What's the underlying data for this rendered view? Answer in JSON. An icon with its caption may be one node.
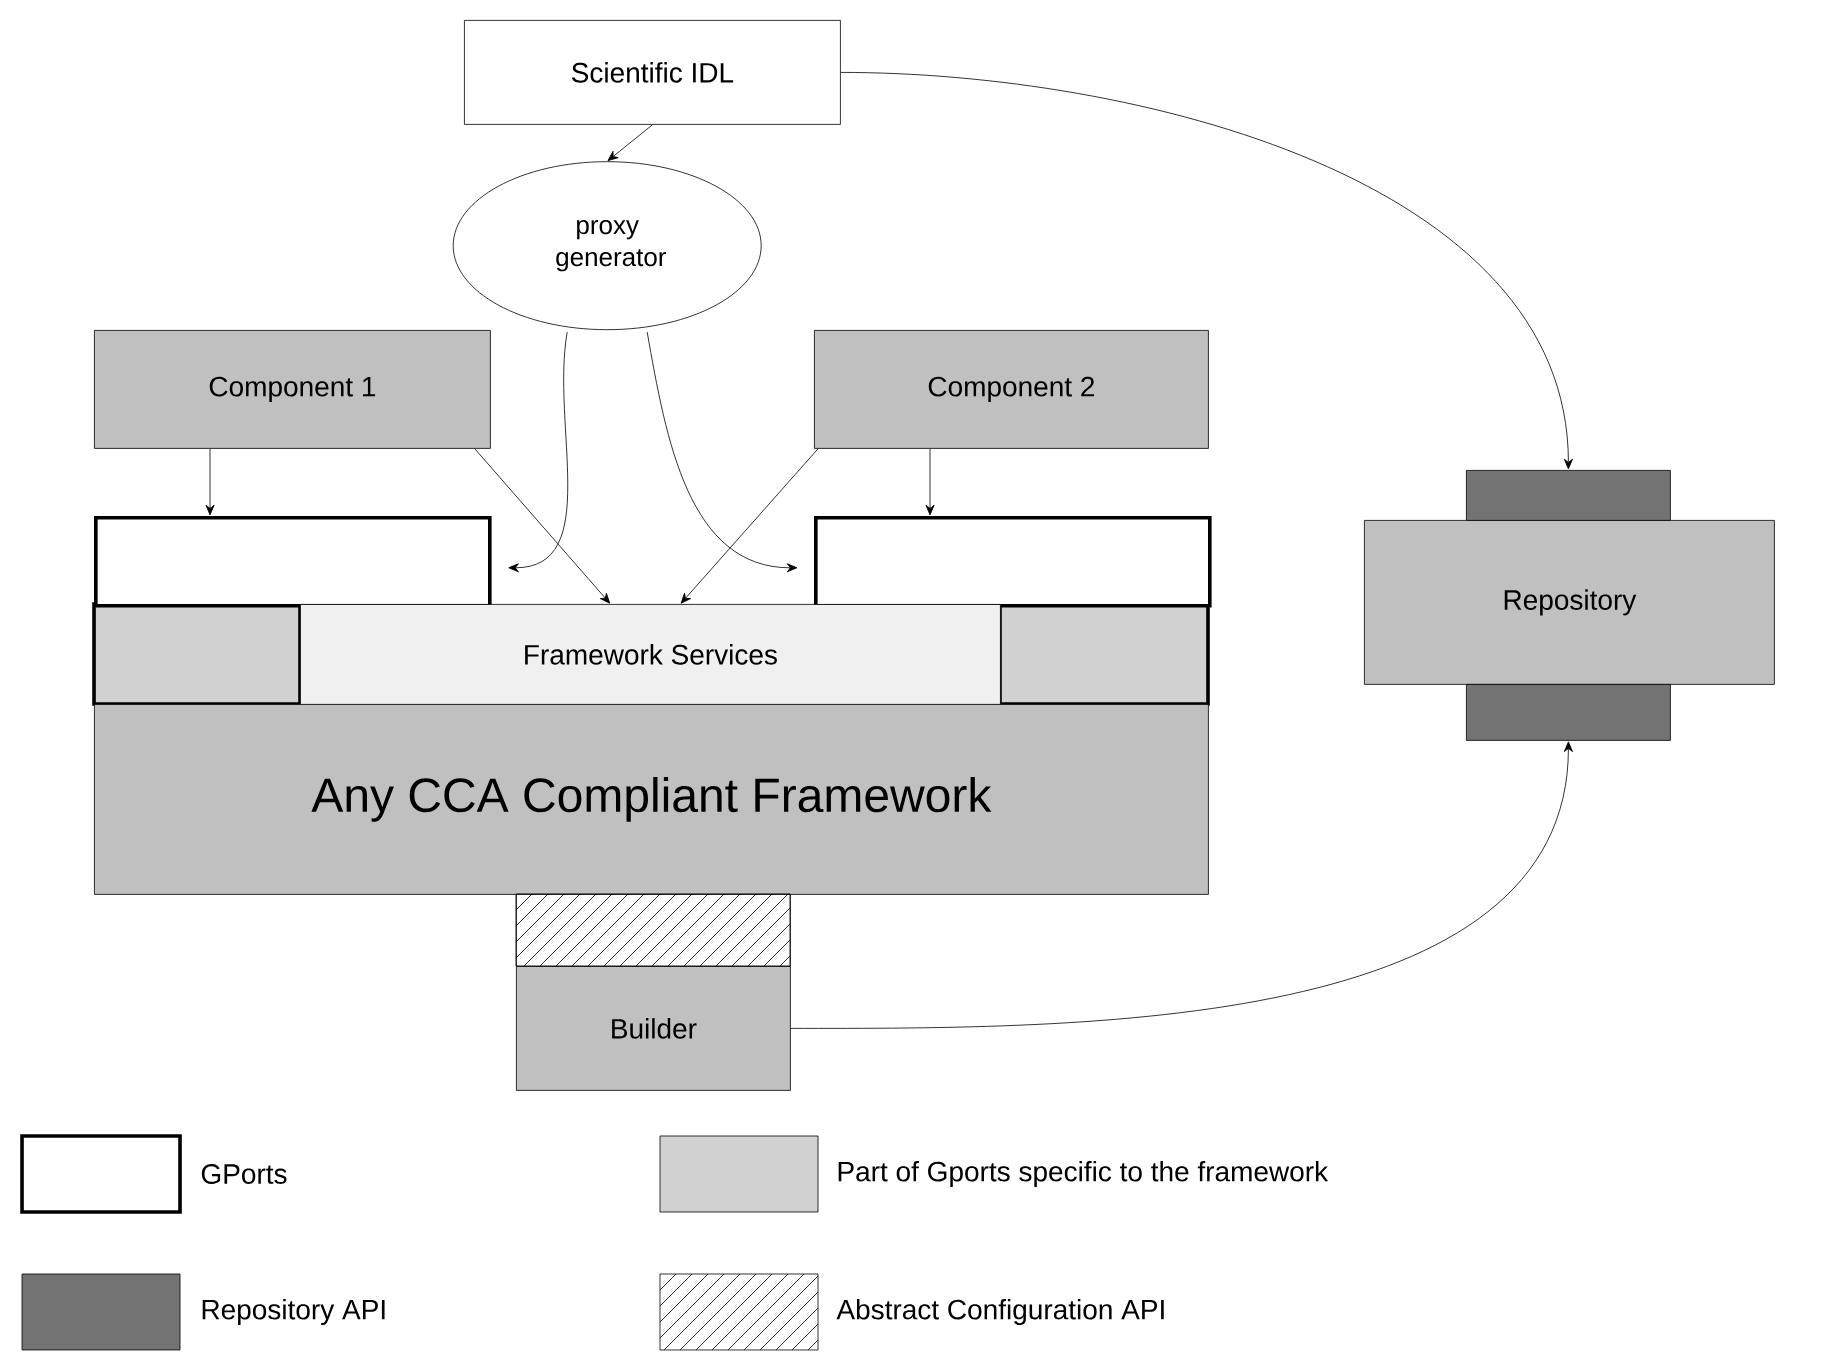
{
  "diagram": {
    "nodes": [
      {
        "text": [
          "Scientific IDL"
        ]
      },
      {
        "text": [
          "proxy generator"
        ]
      },
      {
        "text": [
          "Component 1"
        ]
      },
      {
        "text": [
          "Component 2"
        ]
      },
      {
        "text": [],
        "shape": "box"
      },
      {
        "text": [],
        "shape": "box"
      },
      {
        "text": [
          "Framework Services"
        ]
      },
      {
        "text": [
          "Any CCA Compliant Framework"
        ]
      },
      {
        "text": [
          "Repository"
        ]
      },
      {
        "text": [
          "Builder"
        ]
      },
      {
        "text": [],
        "shape": "bar"
      },
      {
        "text": [],
        "shape": "bar"
      },
      {
        "text": [],
        "shape": "bar"
      }
    ],
    "edges": [
      {
        "from": 0,
        "to": 1,
        "arrow": "to"
      },
      {
        "from": 0,
        "to": 10,
        "arrow": "to"
      },
      {
        "from": 1,
        "to": 4,
        "arrow": "to"
      },
      {
        "from": 1,
        "to": 5,
        "arrow": "to"
      },
      {
        "from": 2,
        "to": 4,
        "arrow": "to"
      },
      {
        "from": 3,
        "to": 5,
        "arrow": "to"
      },
      {
        "from": 2,
        "to": 6,
        "arrow": "to"
      },
      {
        "from": 3,
        "to": 6,
        "arrow": "to"
      },
      {
        "from": 9,
        "to": 11,
        "arrow": "to"
      }
    ],
    "legend": [
      {
        "text": "GPorts"
      },
      {
        "text": "Part of Gports specific to the framework"
      },
      {
        "text": "Repository API"
      },
      {
        "text": "Abstract Configuration API"
      }
    ]
  }
}
